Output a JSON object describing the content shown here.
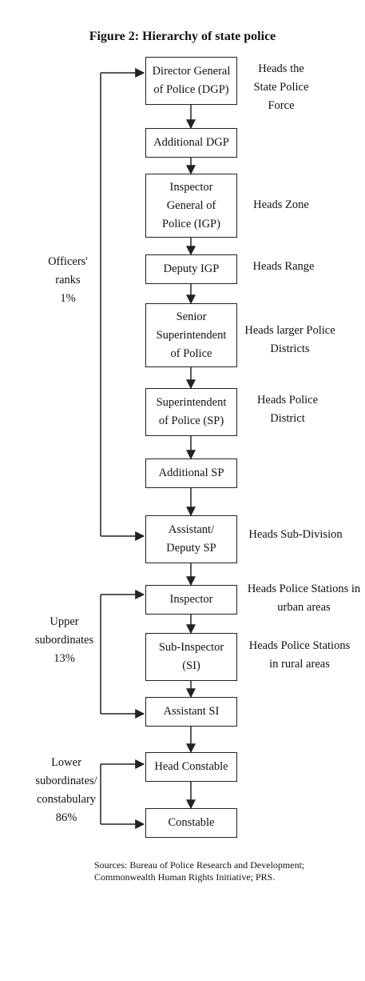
{
  "title": "Figure 2: Hierarchy of state police",
  "ranks": [
    {
      "label": "Director General\nof Police (DGP)",
      "role": "Heads the\nState Police\nForce"
    },
    {
      "label": "Additional DGP",
      "role": ""
    },
    {
      "label": "Inspector\nGeneral of\nPolice (IGP)",
      "role": "Heads Zone"
    },
    {
      "label": "Deputy IGP",
      "role": "Heads Range"
    },
    {
      "label": "Senior\nSuperintendent\nof Police",
      "role": "Heads larger Police\nDistricts"
    },
    {
      "label": "Superintendent\nof Police (SP)",
      "role": "Heads Police\nDistrict"
    },
    {
      "label": "Additional SP",
      "role": ""
    },
    {
      "label": "Assistant/\nDeputy SP",
      "role": "Heads Sub-Division"
    },
    {
      "label": "Inspector",
      "role": "Heads Police Stations in\nurban areas"
    },
    {
      "label": "Sub-Inspector\n(SI)",
      "role": "Heads Police Stations\nin rural areas"
    },
    {
      "label": "Assistant SI",
      "role": ""
    },
    {
      "label": "Head Constable",
      "role": ""
    },
    {
      "label": "Constable",
      "role": ""
    }
  ],
  "groups": [
    {
      "label": "Officers'\nranks\n1%"
    },
    {
      "label": "Upper\nsubordinates\n13%"
    },
    {
      "label": "Lower\nsubordinates/\nconstabulary\n86%"
    }
  ],
  "source": "Sources: Bureau of Police Research and Development; Commonwealth Human Rights Initiative; PRS."
}
